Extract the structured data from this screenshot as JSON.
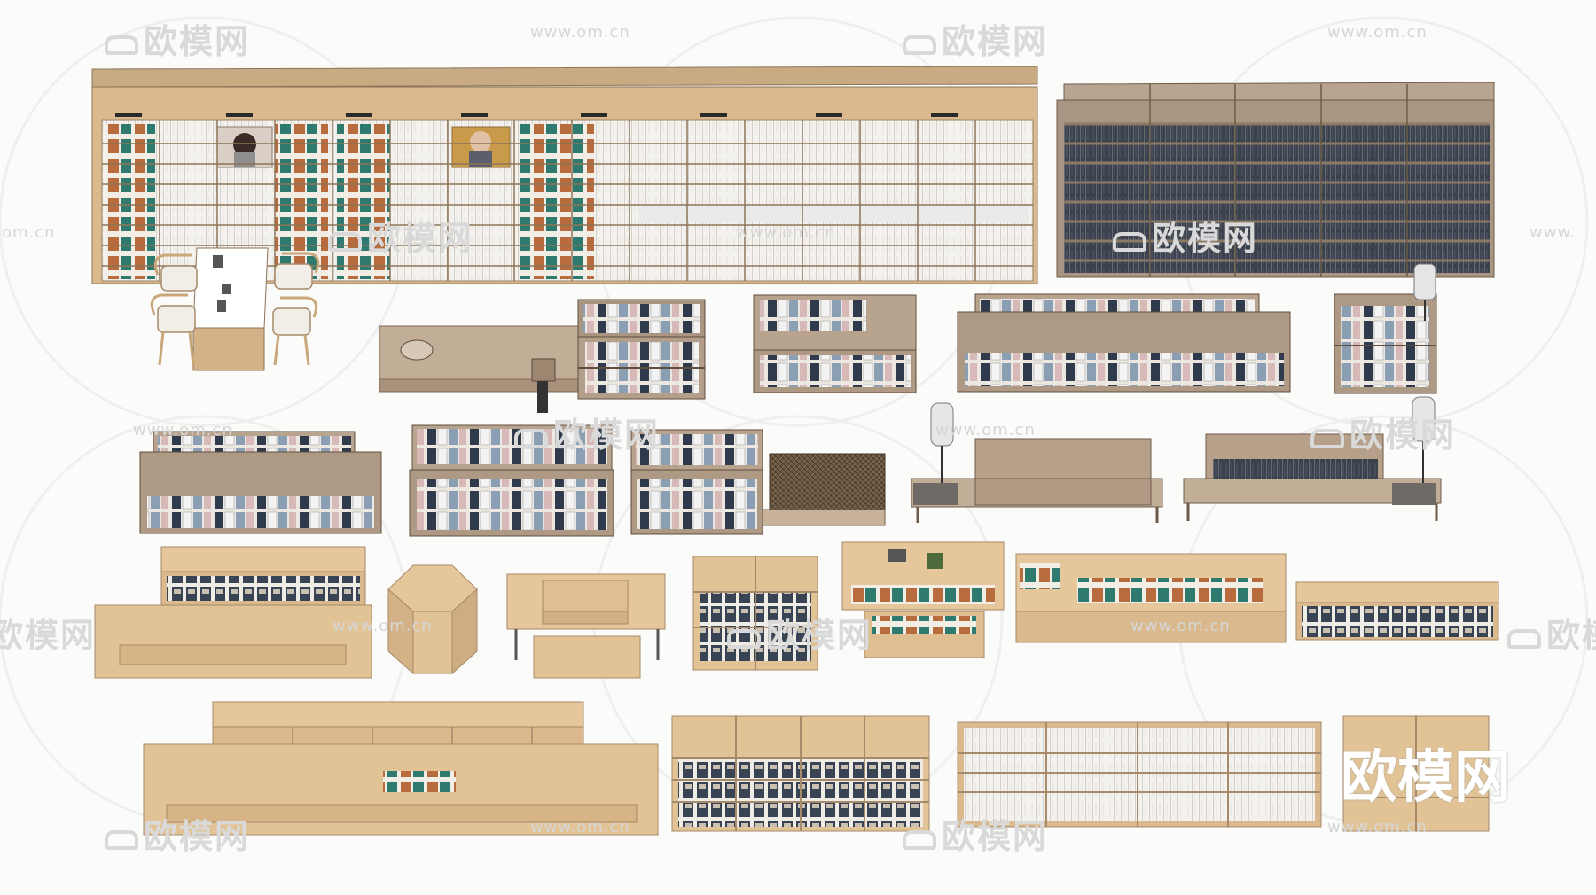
{
  "watermark": {
    "brand": "欧模网",
    "url": "www.om.cn",
    "edge_left": "om.cn",
    "edge_right": "www."
  },
  "colors": {
    "background": "#fbfbfa",
    "wood_light": "#e6c79b",
    "wood_mid": "#d4b287",
    "wood_dark": "#a68a6a",
    "grey_shelf": "#b9a999",
    "book_white": "#f3f1ed",
    "book_dark": "#2e3440",
    "watermark": "#d9d9d9"
  }
}
